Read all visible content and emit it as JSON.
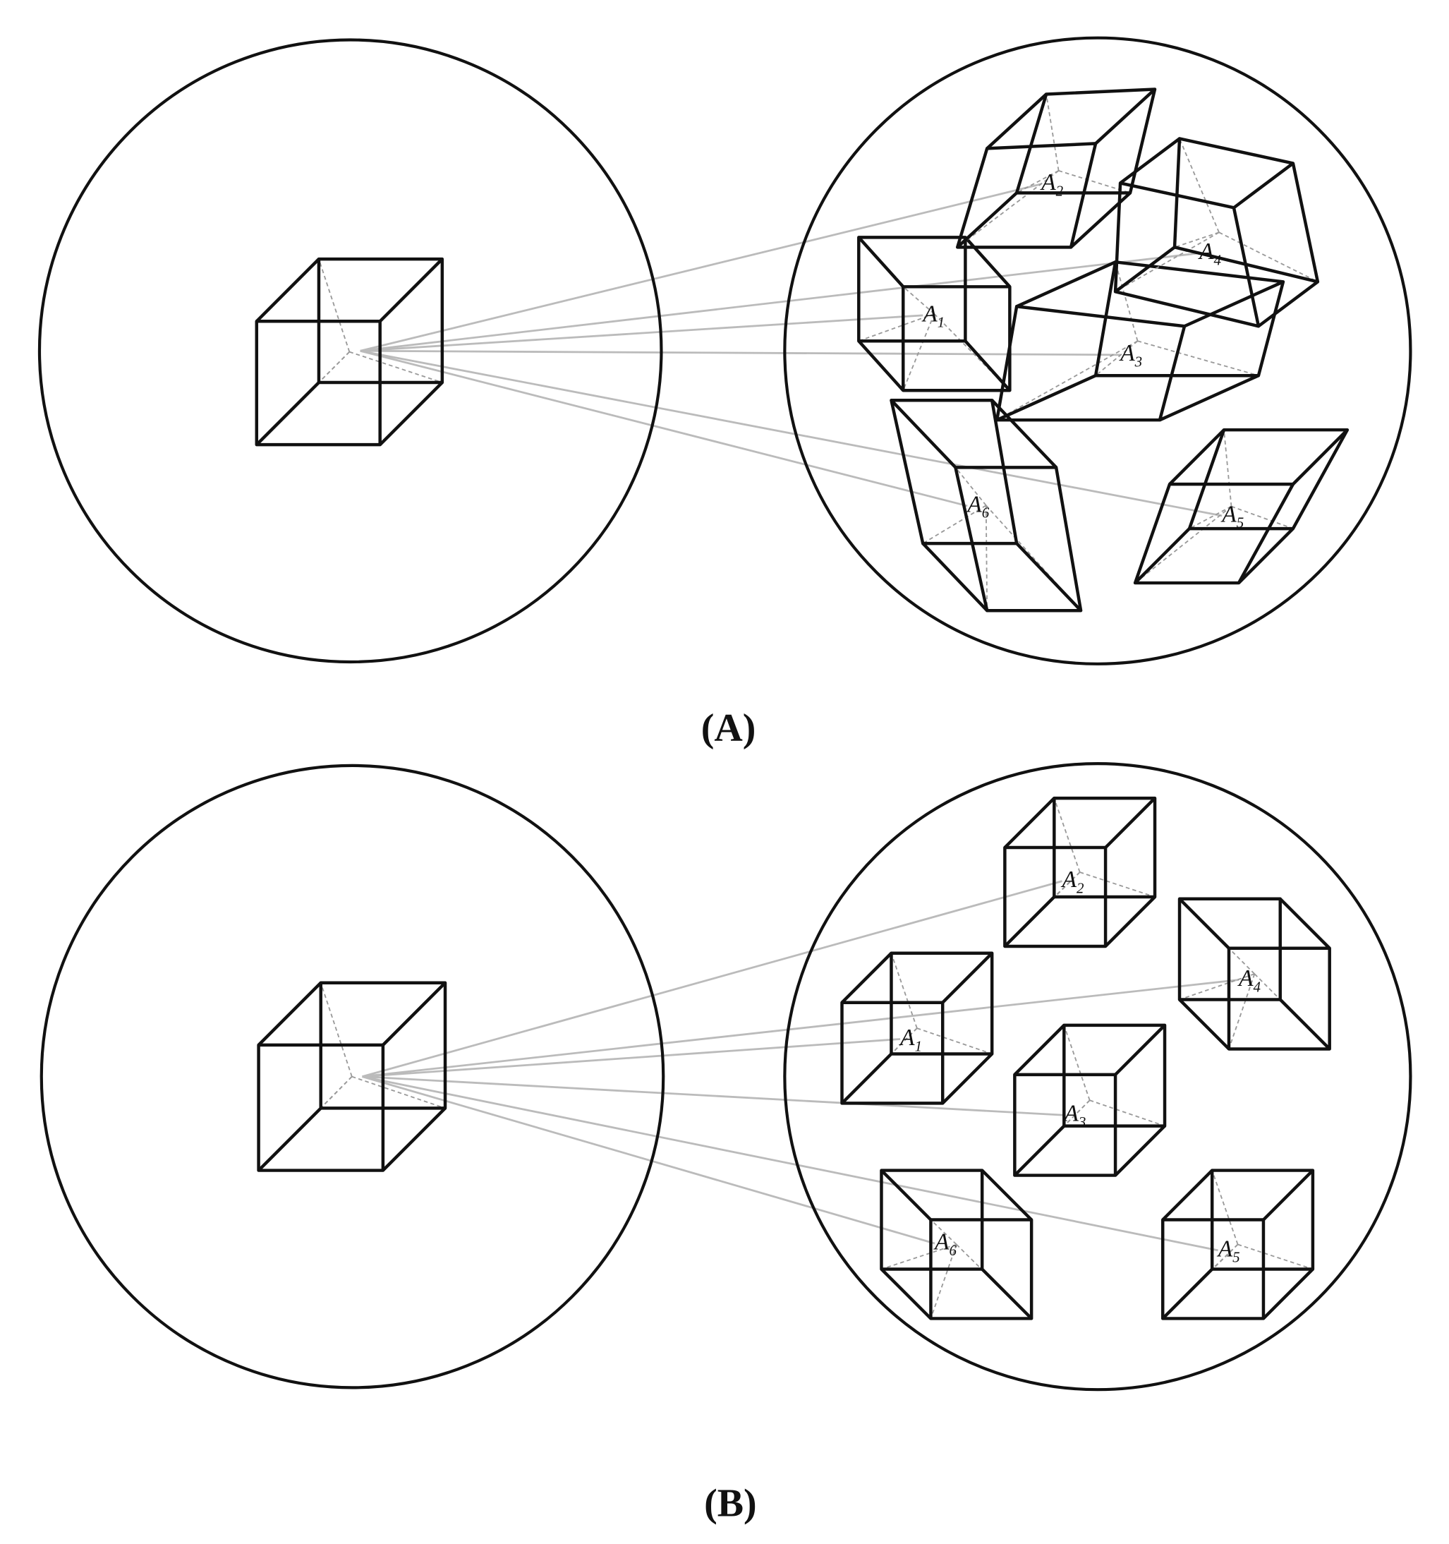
{
  "panels": [
    {
      "caption": "(A)",
      "labels": [
        {
          "letter": "A",
          "sub": "1"
        },
        {
          "letter": "A",
          "sub": "2"
        },
        {
          "letter": "A",
          "sub": "3"
        },
        {
          "letter": "A",
          "sub": "4"
        },
        {
          "letter": "A",
          "sub": "5"
        },
        {
          "letter": "A",
          "sub": "6"
        }
      ]
    },
    {
      "caption": "(B)",
      "labels": [
        {
          "letter": "A",
          "sub": "1"
        },
        {
          "letter": "A",
          "sub": "2"
        },
        {
          "letter": "A",
          "sub": "3"
        },
        {
          "letter": "A",
          "sub": "4"
        },
        {
          "letter": "A",
          "sub": "5"
        },
        {
          "letter": "A",
          "sub": "6"
        }
      ]
    }
  ]
}
